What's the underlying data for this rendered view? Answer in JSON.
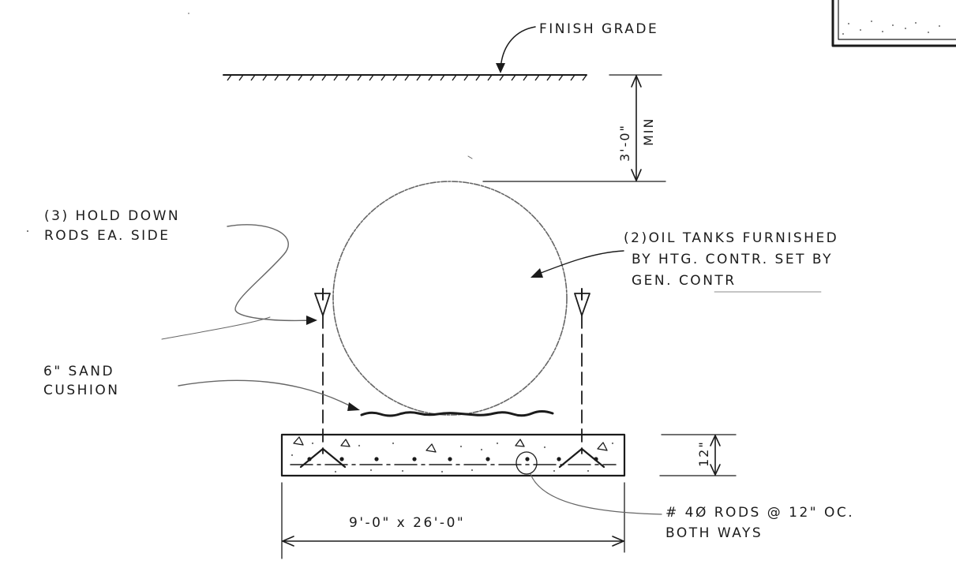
{
  "labels": {
    "finish_grade": "FINISH GRADE",
    "depth_dim": "3'-0\"",
    "depth_min": "MIN",
    "hold_down_line1": "(3) HOLD DOWN",
    "hold_down_line2": "RODS EA. SIDE",
    "tanks_line1": "(2)OIL TANKS FURNISHED",
    "tanks_line2": "BY HTG. CONTR. SET BY",
    "tanks_line3": "GEN. CONTR",
    "sand_line1": "6\" SAND",
    "sand_line2": "CUSHION",
    "slab_thickness": "12\"",
    "slab_size": "9'-0\" x 26'-0\"",
    "rods_line1": "# 4Ø RODS @ 12\" OC.",
    "rods_line2": "BOTH WAYS"
  }
}
